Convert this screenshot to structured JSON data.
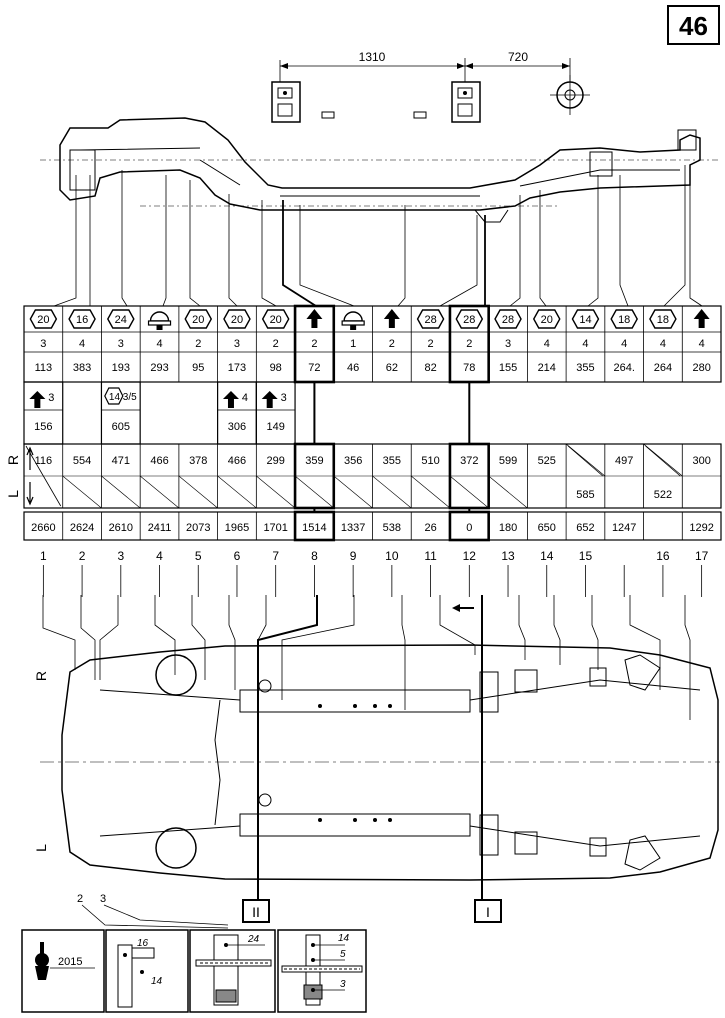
{
  "sheet_number": "46",
  "top_dimensions": [
    "1310",
    "720"
  ],
  "side_labels": {
    "right": "R",
    "left": "L"
  },
  "columns": [
    {
      "index": "1",
      "icon": {
        "kind": "hex",
        "label": "20"
      },
      "qty": "3",
      "size": "113",
      "extra_qty": "3",
      "extra_value": "156",
      "r": "116",
      "l": "",
      "dim": "2660"
    },
    {
      "index": "2",
      "icon": {
        "kind": "hex",
        "label": "16"
      },
      "qty": "4",
      "size": "383",
      "extra_qty": "",
      "extra_value": "",
      "r": "554",
      "l": "",
      "dim": "2624"
    },
    {
      "index": "3",
      "icon": {
        "kind": "hex",
        "label": "24"
      },
      "qty": "3",
      "size": "193",
      "extra_qty": "14 3/5",
      "extra_value": "605",
      "r": "471",
      "l": "",
      "dim": "2610"
    },
    {
      "index": "4",
      "icon": {
        "kind": "mount",
        "label": ""
      },
      "qty": "4",
      "size": "293",
      "extra_qty": "",
      "extra_value": "",
      "r": "466",
      "l": "",
      "dim": "2411"
    },
    {
      "index": "5",
      "icon": {
        "kind": "hex",
        "label": "20"
      },
      "qty": "2",
      "size": "95",
      "extra_qty": "",
      "extra_value": "",
      "r": "378",
      "l": "",
      "dim": "2073"
    },
    {
      "index": "6",
      "icon": {
        "kind": "hex",
        "label": "20"
      },
      "qty": "3",
      "size": "173",
      "extra_qty": "4",
      "extra_value": "306",
      "r": "466",
      "l": "",
      "dim": "1965"
    },
    {
      "index": "7",
      "icon": {
        "kind": "hex",
        "label": "20"
      },
      "qty": "2",
      "size": "98",
      "extra_qty": "3",
      "extra_value": "149",
      "r": "299",
      "l": "",
      "dim": "1701"
    },
    {
      "index": "8",
      "icon": {
        "kind": "arrow",
        "label": ""
      },
      "qty": "2",
      "size": "72",
      "extra_qty": "",
      "extra_value": "",
      "r": "359",
      "l": "",
      "dim": "1514"
    },
    {
      "index": "9",
      "icon": {
        "kind": "mount",
        "label": ""
      },
      "qty": "1",
      "size": "46",
      "extra_qty": "",
      "extra_value": "",
      "r": "356",
      "l": "",
      "dim": "1337"
    },
    {
      "index": "10",
      "icon": {
        "kind": "arrow",
        "label": ""
      },
      "qty": "2",
      "size": "62",
      "extra_qty": "",
      "extra_value": "",
      "r": "355",
      "l": "",
      "dim": "538"
    },
    {
      "index": "11",
      "icon": {
        "kind": "hex",
        "label": "28"
      },
      "qty": "2",
      "size": "82",
      "extra_qty": "",
      "extra_value": "",
      "r": "510",
      "l": "",
      "dim": "26"
    },
    {
      "index": "12",
      "icon": {
        "kind": "hex",
        "label": "28"
      },
      "qty": "2",
      "size": "78",
      "extra_qty": "",
      "extra_value": "",
      "r": "372",
      "l": "",
      "dim": "0"
    },
    {
      "index": "13",
      "icon": {
        "kind": "hex",
        "label": "28"
      },
      "qty": "3",
      "size": "155",
      "extra_qty": "",
      "extra_value": "",
      "r": "599",
      "l": "",
      "dim": "180"
    },
    {
      "index": "14",
      "icon": {
        "kind": "hex",
        "label": "20"
      },
      "qty": "4",
      "size": "214",
      "extra_qty": "",
      "extra_value": "",
      "r": "525",
      "l": "",
      "dim": "650"
    },
    {
      "index": "15",
      "icon": {
        "kind": "hex",
        "label": "14"
      },
      "qty": "4",
      "size": "355",
      "extra_qty": "",
      "extra_value": "",
      "r": "",
      "l": "585",
      "dim": "652"
    },
    {
      "index": "",
      "icon": {
        "kind": "hex",
        "label": "18"
      },
      "qty": "4",
      "size": "264.",
      "extra_qty": "",
      "extra_value": "",
      "r": "497",
      "l": "",
      "dim": "1247"
    },
    {
      "index": "16",
      "icon": {
        "kind": "hex",
        "label": "18"
      },
      "qty": "4",
      "size": "264",
      "extra_qty": "",
      "extra_value": "",
      "r": "",
      "l": "522",
      "dim": ""
    },
    {
      "index": "17",
      "icon": {
        "kind": "arrow",
        "label": ""
      },
      "qty": "4",
      "size": "280",
      "extra_qty": "",
      "extra_value": "",
      "r": "300",
      "l": "",
      "dim": "1292"
    }
  ],
  "bottom_refs": {
    "left": "II",
    "right": "I"
  },
  "detail_callouts": [
    "2",
    "3"
  ],
  "detail_panels": [
    {
      "labels": [
        "2015"
      ]
    },
    {
      "labels": [
        "16",
        "14"
      ]
    },
    {
      "labels": [
        "24"
      ]
    },
    {
      "labels": [
        "14",
        "5",
        "3"
      ]
    }
  ],
  "colors": {
    "ink": "#000000",
    "paper": "#ffffff"
  }
}
